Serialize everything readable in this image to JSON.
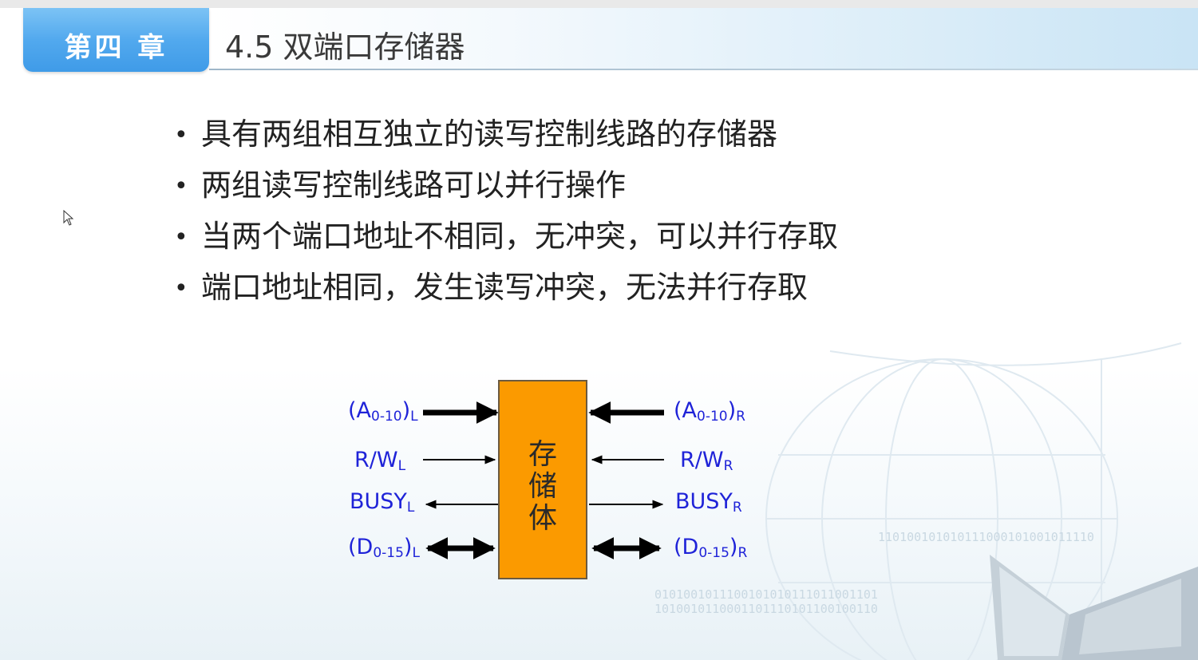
{
  "chapter_tab": {
    "label": "第四 章"
  },
  "section_title": "4.5 双端口存储器",
  "bullets": [
    "具有两组相互独立的读写控制线路的存储器",
    "两组读写控制线路可以并行操作",
    "当两个端口地址不相同，无冲突，可以并行存取",
    "端口地址相同，发生读写冲突，无法并行存取"
  ],
  "bullet_symbol": "•",
  "diagram": {
    "memory_label": "存储体",
    "left_signals": {
      "address": {
        "main": "(A",
        "sub": "0-10",
        "close": ")",
        "side": "L"
      },
      "rw": {
        "main": "R/W",
        "side": "L"
      },
      "busy": {
        "main": "BUSY",
        "side": "L"
      },
      "data": {
        "main": "(D",
        "sub": "0-15",
        "close": ")",
        "side": "L"
      }
    },
    "right_signals": {
      "address": {
        "main": "(A",
        "sub": "0-10",
        "close": ")",
        "side": "R"
      },
      "rw": {
        "main": "R/W",
        "side": "R"
      },
      "busy": {
        "main": "BUSY",
        "side": "R"
      },
      "data": {
        "main": "(D",
        "sub": "0-15",
        "close": ")",
        "side": "R"
      }
    }
  },
  "background_binary": [
    "110100101010111000101001011110",
    "0101001011100101010111011001101",
    "1010010110001101110101100100110"
  ],
  "colors": {
    "chapter_tab": "#4ea6ee",
    "memory_box": "#fb9a00",
    "signal_text": "#1f23d8",
    "title_text": "#3a3a3a"
  }
}
